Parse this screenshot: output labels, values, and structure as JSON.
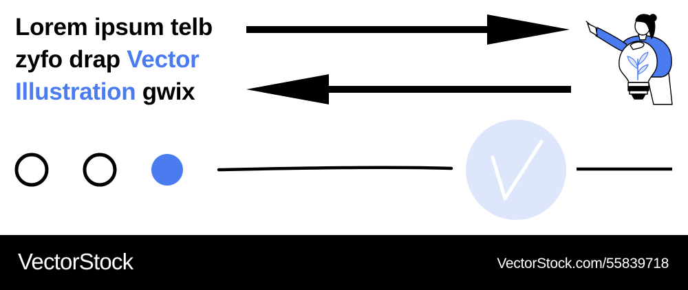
{
  "headline": {
    "line1": "Lorem ipsum telb",
    "line2_plain": "zyfo drap ",
    "line2_accent": "Vector",
    "line3_accent": "Illustration",
    "line3_plain": " gwix"
  },
  "footer": {
    "brand": "VectorStock",
    "url": "VectorStock.com/55839718"
  },
  "colors": {
    "accent": "#4a7cf0",
    "check_circle": "#dde6fb",
    "ink": "#000000",
    "footer_bg": "#000000"
  },
  "icons": [
    "arrow-right-icon",
    "arrow-left-icon",
    "check-icon",
    "lightbulb-icon"
  ]
}
